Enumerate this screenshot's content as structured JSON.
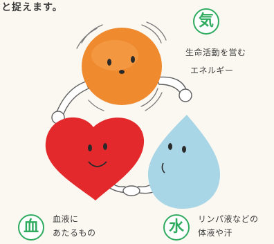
{
  "intro_text": "と捉えます。",
  "ki": {
    "char": "気",
    "line1": "生命活動を営む",
    "line2": "エネルギー"
  },
  "ketsu": {
    "char": "血",
    "line1": "血液に",
    "line2": "あたるもの"
  },
  "sui": {
    "char": "水",
    "line1": "リンパ液などの",
    "line2": "体液や汗"
  }
}
